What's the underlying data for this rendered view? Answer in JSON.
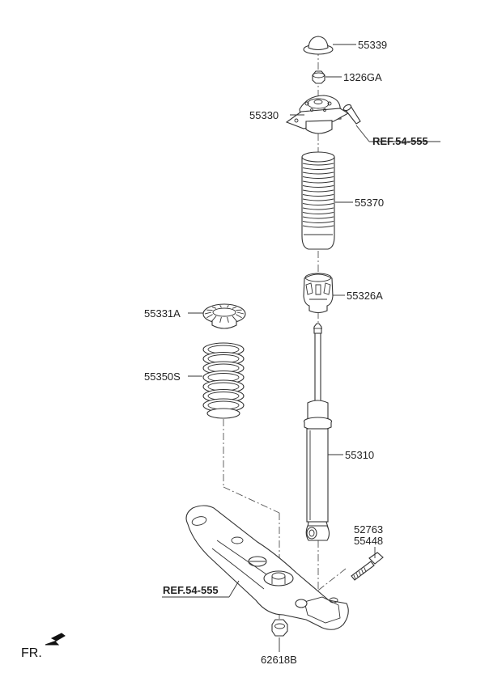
{
  "labels": {
    "p55339": "55339",
    "p1326ga": "1326GA",
    "p55330": "55330",
    "ref_top": "REF.54-555",
    "p55370": "55370",
    "p55326a": "55326A",
    "p55331a": "55331A",
    "p55350s": "55350S",
    "p55310": "55310",
    "p52763": "52763",
    "p55448": "55448",
    "ref_bottom": "REF.54-555",
    "p62618b": "62618B",
    "fr": "FR."
  }
}
